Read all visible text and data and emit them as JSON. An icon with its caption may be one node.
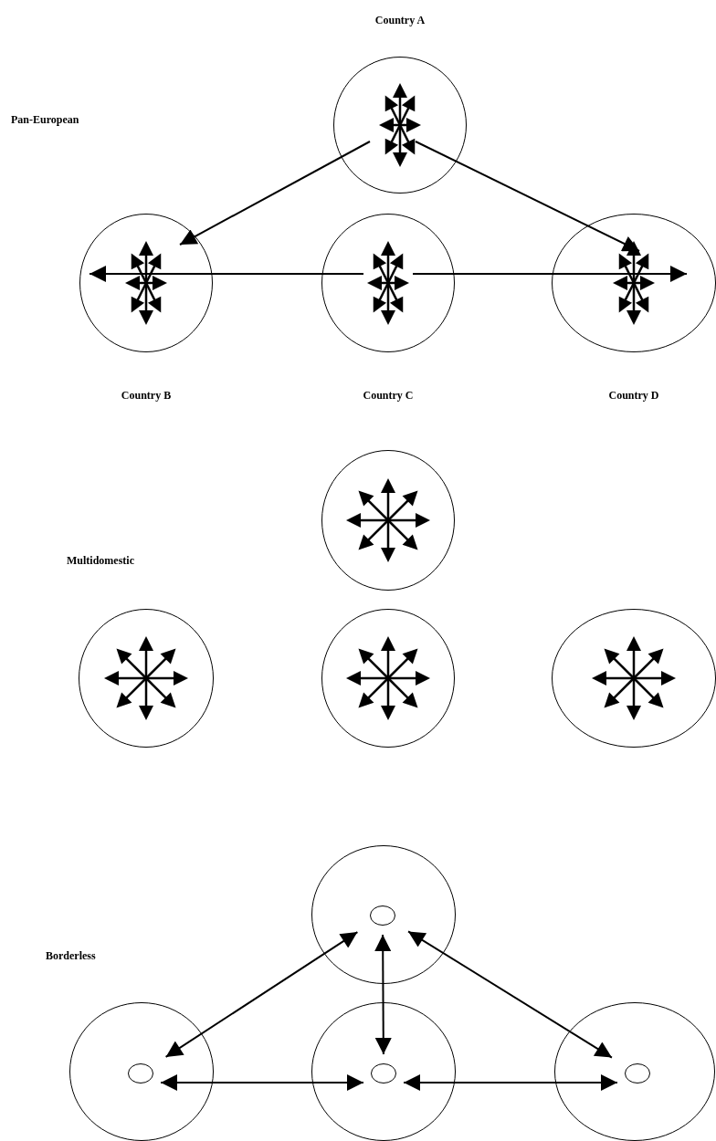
{
  "diagram": {
    "nodes": [
      {
        "text": [
          "Country A"
        ]
      },
      {
        "text": [
          "Country B"
        ]
      },
      {
        "text": [
          "Country C"
        ]
      },
      {
        "text": [
          "Country D"
        ]
      },
      {
        "text": [],
        "shape": "circle"
      },
      {
        "text": [],
        "shape": "circle"
      },
      {
        "text": [],
        "shape": "circle"
      },
      {
        "text": [],
        "shape": "circle"
      },
      {
        "text": [],
        "shape": "circle"
      },
      {
        "text": [],
        "shape": "circle",
        "in": 8
      },
      {
        "text": [],
        "shape": "circle"
      },
      {
        "text": [],
        "shape": "circle",
        "in": 10
      },
      {
        "text": [],
        "shape": "circle"
      },
      {
        "text": [],
        "shape": "circle",
        "in": 12
      },
      {
        "text": [],
        "shape": "circle"
      },
      {
        "text": [],
        "shape": "circle",
        "in": 14
      }
    ],
    "edges": [
      {
        "from": 0,
        "to": 1,
        "arrow": "to"
      },
      {
        "from": 0,
        "to": 3,
        "arrow": "to"
      },
      {
        "from": 2,
        "to": 1,
        "arrow": "to"
      },
      {
        "from": 2,
        "to": 3,
        "arrow": "to"
      },
      {
        "from": 9,
        "to": 11,
        "arrow": "both"
      },
      {
        "from": 9,
        "to": 13,
        "arrow": "both"
      },
      {
        "from": 9,
        "to": 15,
        "arrow": "both"
      },
      {
        "from": 11,
        "to": 13,
        "arrow": "both"
      },
      {
        "from": 13,
        "to": 15,
        "arrow": "both"
      }
    ],
    "labels": [
      "Pan-European",
      "Multidomestic",
      "Borderless"
    ]
  }
}
